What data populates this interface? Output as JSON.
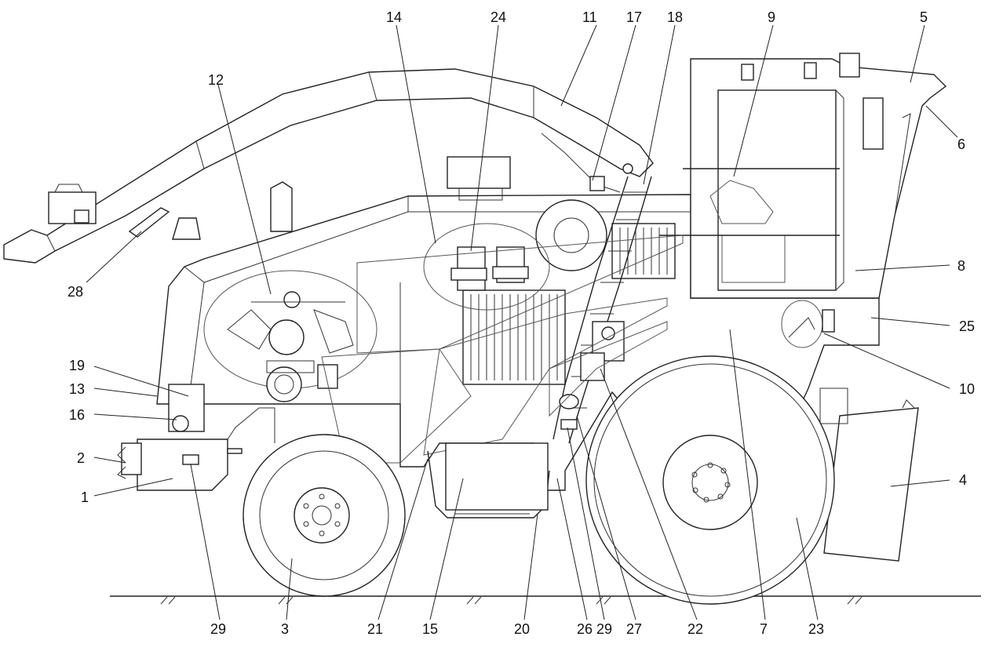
{
  "labels": {
    "l1": "1",
    "l2": "2",
    "l3": "3",
    "l4": "4",
    "l5": "5",
    "l6": "6",
    "l7": "7",
    "l8": "8",
    "l9": "9",
    "l10": "10",
    "l11": "11",
    "l12": "12",
    "l13": "13",
    "l14": "14",
    "l15": "15",
    "l16": "16",
    "l17": "17",
    "l18": "18",
    "l19": "19",
    "l20": "20",
    "l21": "21",
    "l22": "22",
    "l23": "23",
    "l24": "24",
    "l25": "25",
    "l26": "26",
    "l27": "27",
    "l28": "28",
    "l29a": "29",
    "l29b": "29"
  }
}
